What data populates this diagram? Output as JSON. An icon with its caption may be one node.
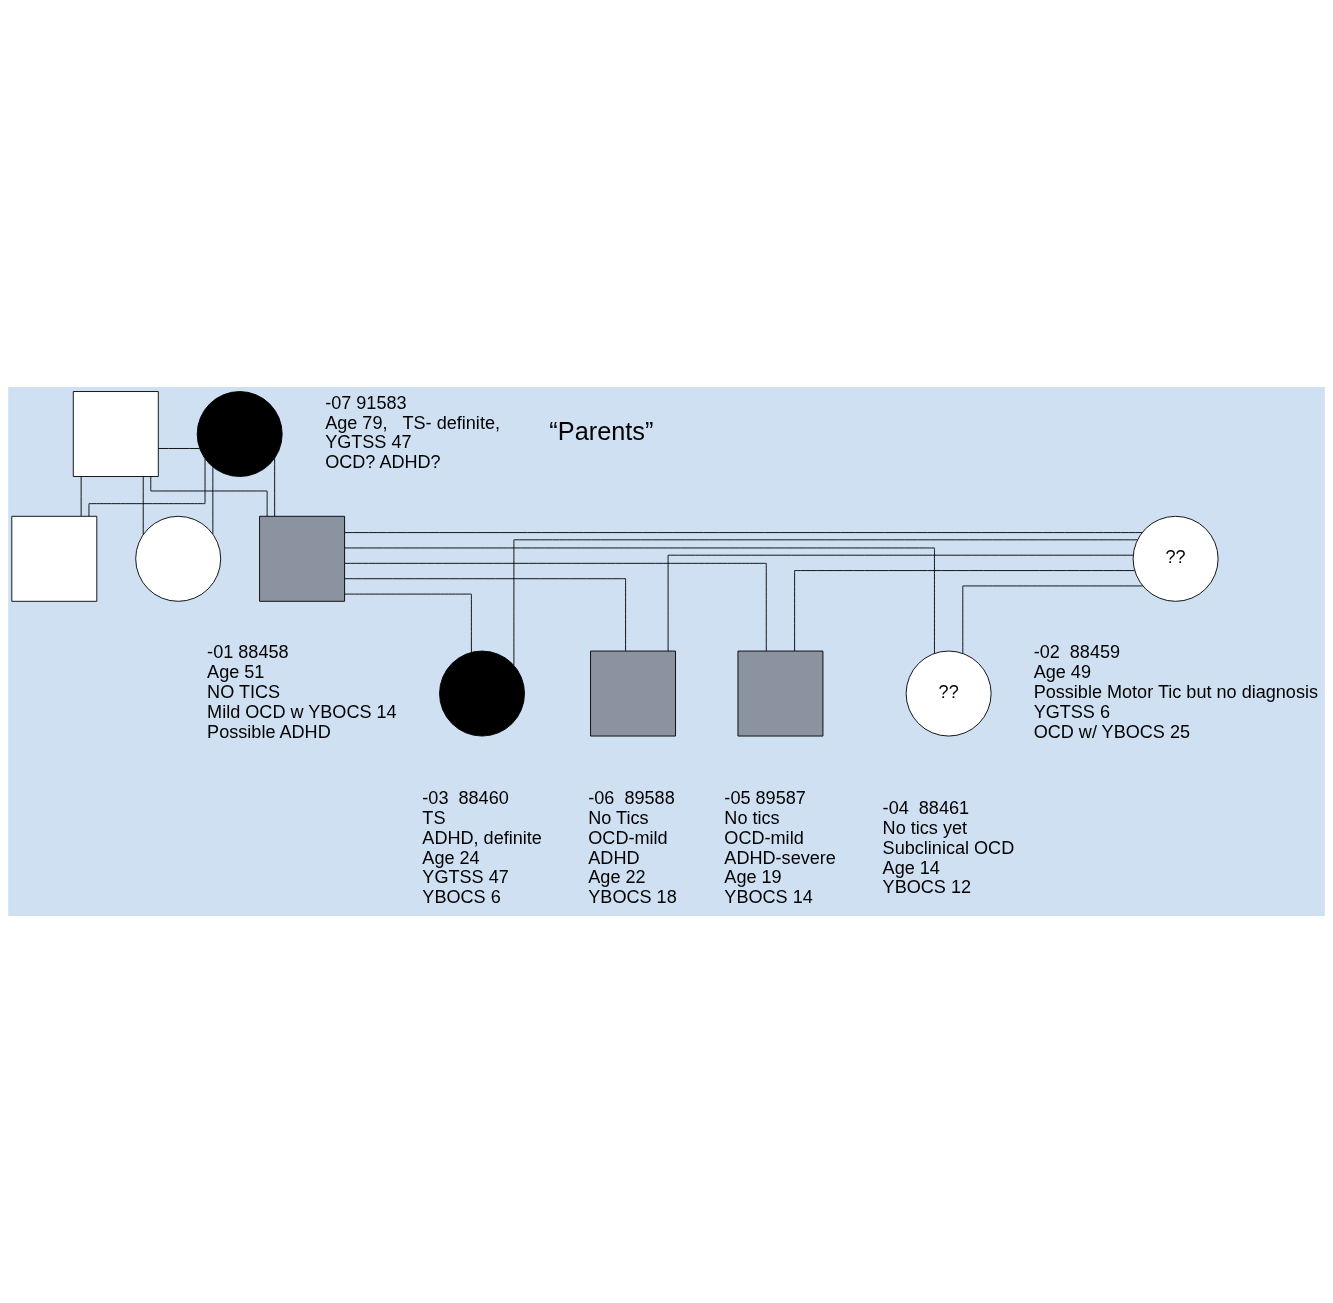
{
  "diagram": {
    "nodes": [
      {
        "text": [],
        "shape": "box"
      },
      {
        "text": [],
        "shape": "circle",
        "beside": [
          "-07 91583",
          "Age 79,   TS- definite,",
          "YGTSS 47",
          "OCD? ADHD?"
        ]
      },
      {
        "text": [],
        "shape": "box"
      },
      {
        "text": [],
        "shape": "circle"
      },
      {
        "text": [],
        "shape": "box",
        "beside": [
          "-01 88458",
          "Age 51",
          "NO TICS",
          "Mild OCD w YBOCS 14",
          "Possible ADHD"
        ]
      },
      {
        "text": [
          "??"
        ],
        "beside": [
          "-02  88459",
          "Age 49",
          "Possible Motor Tic but no diagnosis",
          "YGTSS 6",
          "OCD w/ YBOCS 25"
        ]
      },
      {
        "text": [],
        "shape": "circle",
        "beside": [
          "-03  88460",
          "TS",
          "ADHD, definite",
          "Age 24",
          "YGTSS 47",
          "YBOCS 6"
        ]
      },
      {
        "text": [],
        "shape": "box",
        "beside": [
          "-06  89588",
          "No Tics",
          "OCD-mild",
          "ADHD",
          "Age 22",
          "YBOCS 18"
        ]
      },
      {
        "text": [],
        "shape": "box",
        "beside": [
          "-05 89587",
          "No tics",
          "OCD-mild",
          "ADHD-severe",
          "Age 19",
          "YBOCS 14"
        ]
      },
      {
        "text": [
          "??"
        ],
        "beside": [
          "-04  88461",
          "No tics yet",
          "Subclinical OCD",
          "Age 14",
          "YBOCS 12"
        ]
      }
    ],
    "edges": [
      {
        "from": 0,
        "to": 1,
        "arrow": "none"
      },
      {
        "from": 0,
        "to": 2,
        "arrow": "none"
      },
      {
        "from": 1,
        "to": 2,
        "arrow": "none"
      },
      {
        "from": 0,
        "to": 3,
        "arrow": "none"
      },
      {
        "from": 1,
        "to": 3,
        "arrow": "none"
      },
      {
        "from": 0,
        "to": 4,
        "arrow": "none"
      },
      {
        "from": 1,
        "to": 4,
        "arrow": "none"
      },
      {
        "from": 4,
        "to": 5,
        "arrow": "none"
      },
      {
        "from": 4,
        "to": 6,
        "arrow": "none"
      },
      {
        "from": 5,
        "to": 6,
        "arrow": "none"
      },
      {
        "from": 4,
        "to": 7,
        "arrow": "none"
      },
      {
        "from": 5,
        "to": 7,
        "arrow": "none"
      },
      {
        "from": 4,
        "to": 8,
        "arrow": "none"
      },
      {
        "from": 5,
        "to": 8,
        "arrow": "none"
      },
      {
        "from": 4,
        "to": 9,
        "arrow": "none"
      },
      {
        "from": 5,
        "to": 9,
        "arrow": "none"
      }
    ],
    "labels": [
      "“Parents”"
    ]
  }
}
